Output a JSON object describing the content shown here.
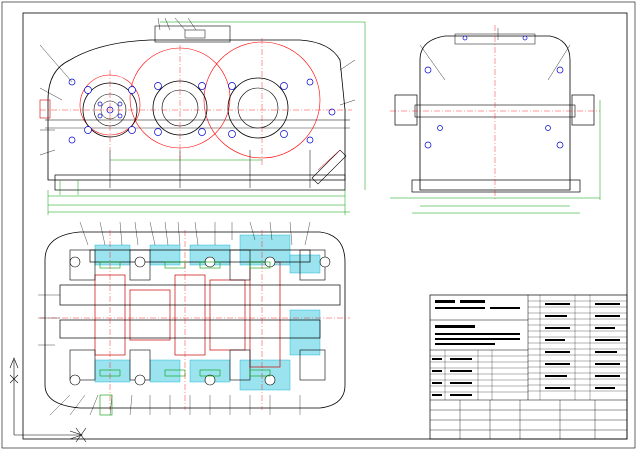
{
  "drawing": {
    "title": "",
    "views": [
      "front-view",
      "side-view",
      "plan-section"
    ]
  },
  "colors": {
    "paper": "#ffffff",
    "outline": "#000000",
    "hidden": "#0000cc",
    "gear_circle": "#ff0000",
    "center_line": "#ff0000",
    "dimension": "#00a000",
    "hatch": "#00aacc",
    "title_block": "#000000"
  },
  "icons": {
    "y_axis_marker": "ucs-y-arrow-icon",
    "x_axis_marker": "ucs-x-arrow-icon"
  }
}
